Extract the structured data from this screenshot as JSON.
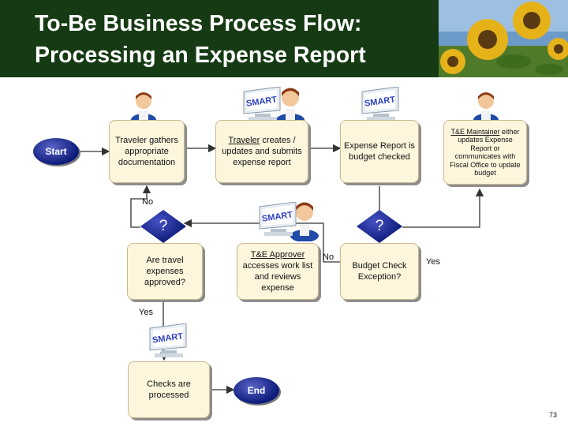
{
  "header": {
    "title_line1": "To-Be Business Process Flow:",
    "title_line2": "Processing an Expense Report"
  },
  "icons": {
    "smart_label": "SMART",
    "person": "person-icon",
    "computer": "computer-monitor-icon",
    "sunflower": "sunflower-photo"
  },
  "nodes": {
    "start": "Start",
    "end": "End",
    "traveler_gathers": "Traveler gathers appropriate documentation",
    "traveler_creates_actor": "Traveler",
    "traveler_creates_rest": " creates / updates and submits expense report",
    "expense_checked": "Expense Report is budget checked",
    "te_maintainer_actor": "T&E Maintainer",
    "te_maintainer_rest": " either updates Expense Report or communicates with Fiscal Office to update budget",
    "te_approver_actor": "T&E Approver",
    "te_approver_rest": " accesses work list and reviews expense",
    "decision_symbol": "?",
    "travel_approved_q": "Are travel expenses approved?",
    "budget_exception_q": "Budget Check Exception?",
    "checks_processed": "Checks are processed"
  },
  "edge_labels": {
    "no_top": "No",
    "no_mid": "No",
    "yes_left": "Yes",
    "yes_right": "Yes"
  },
  "colors": {
    "header_bg": "#163b14",
    "box_fill": "#fdf6dd",
    "shape_blue": "#0b1a78",
    "line": "#333333"
  },
  "page_number": "73"
}
